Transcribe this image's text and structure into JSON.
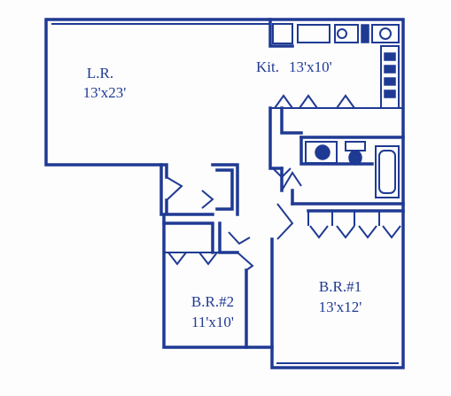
{
  "colors": {
    "ink": "#1f3a93",
    "paper": "#fdfdfd"
  },
  "rooms": {
    "living_room": {
      "name": "L.R.",
      "size": "13'x23'"
    },
    "kitchen": {
      "name": "Kit.",
      "size": "13'x10'"
    },
    "bedroom_2": {
      "name": "B.R.#2",
      "size": "11'x10'"
    },
    "bedroom_1": {
      "name": "B.R.#1",
      "size": "13'x12'"
    }
  }
}
